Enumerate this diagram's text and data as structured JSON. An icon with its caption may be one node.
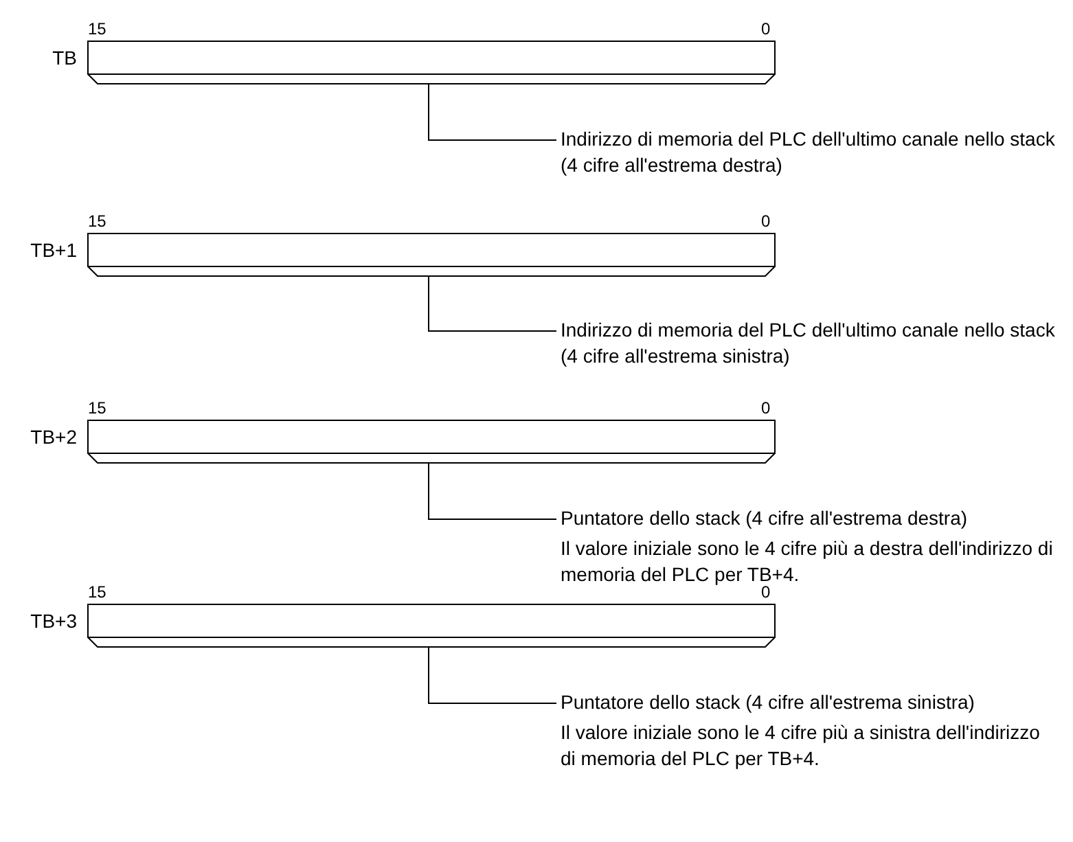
{
  "diagram": {
    "nodes": [
      {
        "text": [],
        "shape": "box",
        "beside": [
          "15",
          "0",
          "TB"
        ]
      },
      {
        "text": [
          "Indirizzo di memoria del PLC dell'ultimo canale nello stack (4 cifre all'estrema destra)"
        ]
      },
      {
        "text": [],
        "shape": "box",
        "beside": [
          "15",
          "0",
          "TB+1"
        ]
      },
      {
        "text": [
          "Indirizzo di memoria del PLC dell'ultimo canale nello stack (4 cifre all'estrema sinistra)"
        ]
      },
      {
        "text": [],
        "shape": "box",
        "beside": [
          "15",
          "0",
          "TB+2"
        ]
      },
      {
        "text": [
          "Puntatore dello stack (4 cifre all'estrema destra)"
        ]
      },
      {
        "text": [],
        "shape": "box",
        "beside": [
          "15",
          "0",
          "TB+3"
        ]
      },
      {
        "text": [
          "Puntatore dello stack (4 cifre all'estrema sinistra)"
        ]
      }
    ],
    "edges": [
      {
        "from": 1,
        "to": 0,
        "arrow": "none"
      },
      {
        "from": 3,
        "to": 2,
        "arrow": "none"
      },
      {
        "from": 5,
        "to": 4,
        "arrow": "none"
      },
      {
        "from": 7,
        "to": 6,
        "arrow": "none"
      }
    ],
    "labels": [
      "Il valore iniziale sono le 4 cifre più a destra dell'indirizzo di memoria del PLC per TB+4.",
      "Il valore iniziale sono le 4 cifre più a sinistra dell'indirizzo di memoria del PLC per TB+4."
    ]
  }
}
